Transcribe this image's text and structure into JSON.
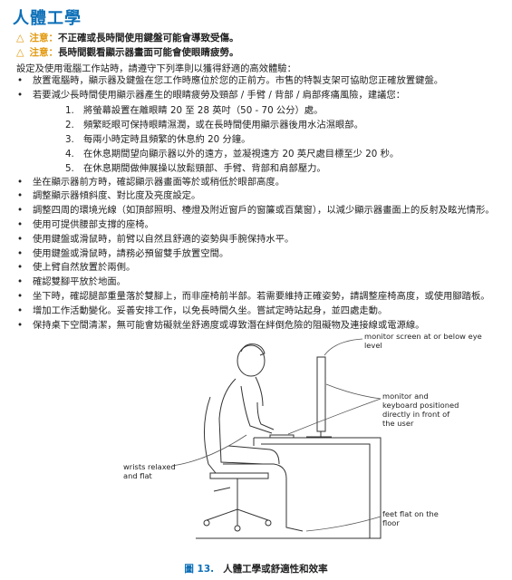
{
  "title": "人體工學",
  "cautions": [
    {
      "label": "注意：",
      "text": "不正確或長時間使用鍵盤可能會導致受傷。"
    },
    {
      "label": "注意：",
      "text": "長時間觀看顯示器畫面可能會使眼睛疲勞。"
    }
  ],
  "intro": "設定及使用電腦工作站時，請遵守下列準則以獲得舒適的高效體驗：",
  "bullets_a": [
    "放置電腦時，顯示器及鍵盤在您工作時應位於您的正前方。市售的特製支架可協助您正確放置鍵盤。",
    "若要減少長時間使用顯示器產生的眼睛疲勞及頸部 / 手臂 / 背部 / 肩部疼痛風險，建議您："
  ],
  "sub_items": [
    {
      "num": "1.",
      "text": "將螢幕設置在離眼睛 20 至 28 英吋（50 - 70 公分）處。"
    },
    {
      "num": "2.",
      "text": "頻繁眨眼可保持眼睛濕潤，或在長時間使用顯示器後用水沾濕眼部。"
    },
    {
      "num": "3.",
      "text": "每兩小時定時且頻繁的休息約 20 分鐘。"
    },
    {
      "num": "4.",
      "text": "在休息期間望向顯示器以外的遠方，並凝視遠方 20 英尺處目標至少 20 秒。"
    },
    {
      "num": "5.",
      "text": "在休息期間做伸展操以放鬆頸部、手臂、背部和肩部壓力。"
    }
  ],
  "bullets_b": [
    "坐在顯示器前方時，確認顯示器畫面等於或稍低於眼部高度。",
    "調整顯示器傾斜度、對比度及亮度設定。",
    "調整四周的環境光線（如頂部照明、檯燈及附近窗戶的窗簾或百葉窗），以減少顯示器畫面上的反射及眩光情形。",
    "使用可提供腰部支撐的座椅。",
    "使用鍵盤或滑鼠時，前臂以自然且舒適的姿勢與手腕保持水平。",
    "使用鍵盤或滑鼠時，請務必預留雙手放置空間。",
    "使上臂自然放置於兩側。",
    "確認雙腳平放於地面。",
    "坐下時，確認腿部重量落於雙腳上，而非座椅前半部。若需要維持正確姿勢，請調整座椅高度，或使用腳踏板。",
    "增加工作活動變化。妥善安排工作，以免長時間久坐。嘗試定時站起身，並四處走動。",
    "保持桌下空間清潔，無可能會妨礙就坐舒適度或導致潛在絆倒危險的阻礙物及連接線或電源線。"
  ],
  "callouts": {
    "monitor": "monitor screen at or below eye level",
    "keyboard": "monitor and keyboard positioned directly in front of the user",
    "wrists": "wrists relaxed and flat",
    "feet": "feet flat on the floor"
  },
  "caption": {
    "number": "圖 13.",
    "text": "人體工學或舒適性和效率"
  }
}
